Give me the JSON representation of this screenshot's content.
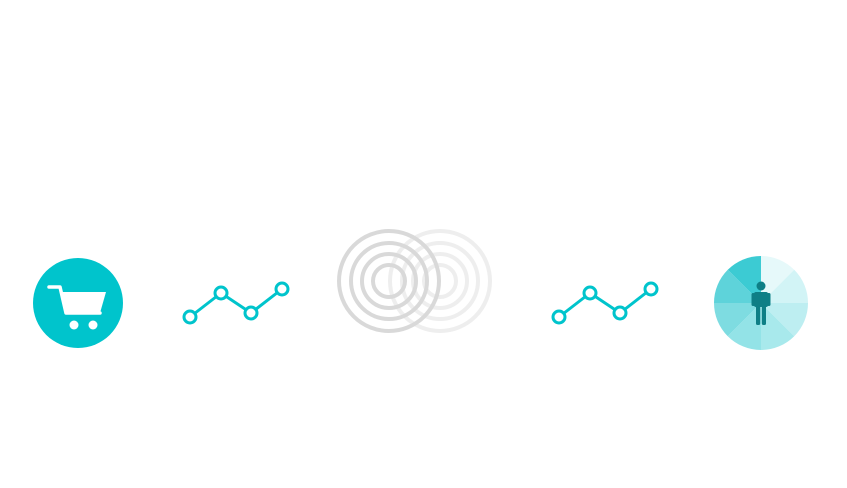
{
  "diagram": {
    "steps": [
      {
        "id": "cart",
        "icon": "shopping-cart-icon"
      },
      {
        "id": "trend-left",
        "icon": "trend-line-icon"
      },
      {
        "id": "signal",
        "icon": "concentric-rings-icon"
      },
      {
        "id": "trend-right",
        "icon": "trend-line-icon"
      },
      {
        "id": "person",
        "icon": "person-segment-wheel-icon"
      }
    ]
  },
  "colors": {
    "accent": "#00C4CC",
    "accent_light": "#7FE0E4",
    "accent_dark": "#0E7F86",
    "ring_gray": "#D9D9D9",
    "ring_faint": "#EEEEEE",
    "background": "#FFFFFF"
  }
}
